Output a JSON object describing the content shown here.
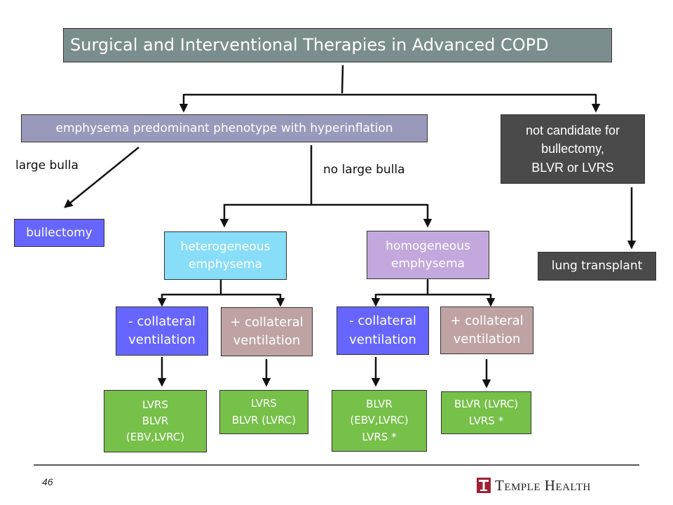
{
  "title": "Surgical and Interventional Therapies in Advanced COPD",
  "nodes": {
    "phenotype": "emphysema predominant phenotype with hyperinflation",
    "not_candidate": [
      "not candidate for",
      "bullectomy,",
      "BLVR or LVRS"
    ],
    "bullectomy": "bullectomy",
    "lung_transplant": "lung transplant",
    "heterogeneous": [
      "heterogeneous",
      "emphysema"
    ],
    "homogeneous": [
      "homogeneous",
      "emphysema"
    ],
    "het_neg": [
      "- collateral",
      "ventilation"
    ],
    "het_pos": [
      "+ collateral",
      "ventilation"
    ],
    "hom_neg": [
      "- collateral",
      "ventilation"
    ],
    "hom_pos": [
      "+ collateral",
      "ventilation"
    ],
    "out1": [
      "LVRS",
      "BLVR",
      "(EBV,LVRC)"
    ],
    "out2": [
      "LVRS",
      "BLVR (LVRC)"
    ],
    "out3": [
      "BLVR",
      "(EBV,LVRC)",
      "LVRS *"
    ],
    "out4": [
      "BLVR (LVRC)",
      "LVRS *"
    ]
  },
  "edge_labels": {
    "large_bulla": "large bulla",
    "no_large_bulla": "no large bulla"
  },
  "footer": {
    "page_number": "46",
    "logo_text": "Temple Health"
  },
  "colors": {
    "title_bg": "#7b8e8d",
    "phenotype_bg": "#9999bb",
    "blue": "#6666ff",
    "light_blue": "#88ddf8",
    "lavender": "#c2a8dc",
    "mauve": "#bfa3a3",
    "dark_gray": "#4a4a4a",
    "green": "#77c04a",
    "temple_red": "#9d2235"
  }
}
